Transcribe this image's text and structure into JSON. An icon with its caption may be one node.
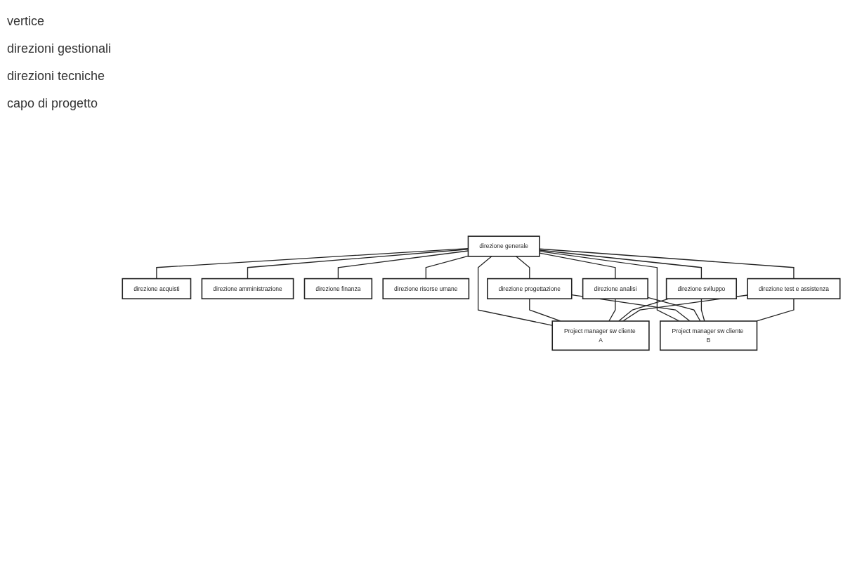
{
  "diagram": {
    "nodes": [
      {
        "text": [
          "direzione generale"
        ]
      },
      {
        "text": [
          "direzione acquisti"
        ]
      },
      {
        "text": [
          "direzione amministrazione"
        ]
      },
      {
        "text": [
          "direzione finanza"
        ]
      },
      {
        "text": [
          "direzione risorse umane"
        ]
      },
      {
        "text": [
          "direzione progettazione"
        ]
      },
      {
        "text": [
          "direzione analisi"
        ]
      },
      {
        "text": [
          "direzione sviluppo"
        ]
      },
      {
        "text": [
          "direzione test e assistenza"
        ]
      },
      {
        "text": [
          "Project manager sw cliente A"
        ]
      },
      {
        "text": [
          "Project manager sw cliente B"
        ]
      }
    ],
    "edges": [
      {
        "from": 0,
        "to": 1,
        "arrow": "none"
      },
      {
        "from": 0,
        "to": 2,
        "arrow": "none"
      },
      {
        "from": 0,
        "to": 3,
        "arrow": "none"
      },
      {
        "from": 0,
        "to": 4,
        "arrow": "none"
      },
      {
        "from": 0,
        "to": 5,
        "arrow": "none"
      },
      {
        "from": 0,
        "to": 6,
        "arrow": "none"
      },
      {
        "from": 0,
        "to": 7,
        "arrow": "none"
      },
      {
        "from": 0,
        "to": 8,
        "arrow": "none"
      },
      {
        "from": 0,
        "to": 9,
        "arrow": "none"
      },
      {
        "from": 0,
        "to": 10,
        "arrow": "none"
      },
      {
        "from": 5,
        "to": 9,
        "arrow": "none"
      },
      {
        "from": 6,
        "to": 9,
        "arrow": "none"
      },
      {
        "from": 7,
        "to": 9,
        "arrow": "none"
      },
      {
        "from": 8,
        "to": 9,
        "arrow": "none"
      },
      {
        "from": 5,
        "to": 10,
        "arrow": "none"
      },
      {
        "from": 6,
        "to": 10,
        "arrow": "none"
      },
      {
        "from": 7,
        "to": 10,
        "arrow": "none"
      },
      {
        "from": 8,
        "to": 10,
        "arrow": "none"
      }
    ],
    "labels": [
      "vertice",
      "direzioni gestionali",
      "direzioni tecniche",
      "capo di progetto"
    ]
  }
}
